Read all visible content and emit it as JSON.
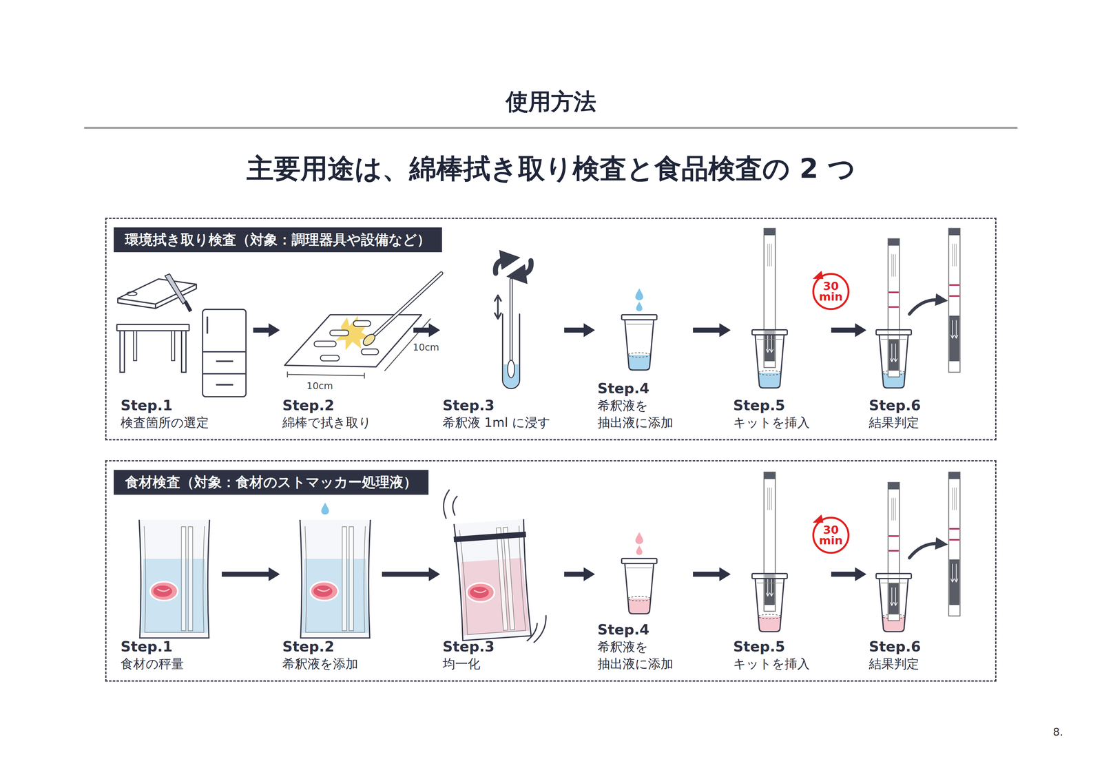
{
  "diagram": {
    "title": "使用方法",
    "nodes": [
      {
        "text": [
          "環境拭き取り検査（対象：調理器具や設備など）"
        ]
      },
      {
        "text": [
          "Step.1",
          "検査箇所の選定"
        ],
        "in": 0
      },
      {
        "text": [
          "Step.2",
          "綿棒で拭き取り"
        ],
        "in": 0
      },
      {
        "text": [
          "Step.3",
          "希釈液 1ml に浸す"
        ],
        "in": 0
      },
      {
        "text": [
          "Step.4",
          "希釈液を 抽出液に添加"
        ],
        "in": 0
      },
      {
        "text": [
          "Step.5",
          "キットを挿入"
        ],
        "in": 0
      },
      {
        "text": [
          "Step.6",
          "結果判定"
        ],
        "in": 0
      },
      {
        "text": [
          "食材検査（対象：食材のストマッカー処理液）"
        ]
      },
      {
        "text": [
          "Step.1",
          "食材の秤量"
        ],
        "in": 7
      },
      {
        "text": [
          "Step.2",
          "希釈液を添加"
        ],
        "in": 7
      },
      {
        "text": [
          "Step.3",
          "均一化"
        ],
        "in": 7
      },
      {
        "text": [
          "Step.4",
          "希釈液を 抽出液に添加"
        ],
        "in": 7
      },
      {
        "text": [
          "Step.5",
          "キットを挿入"
        ],
        "in": 7
      },
      {
        "text": [
          "Step.6",
          "結果判定"
        ],
        "in": 7
      }
    ],
    "edges": [
      {
        "from": 1,
        "to": 2,
        "arrow": "to"
      },
      {
        "from": 2,
        "to": 3,
        "arrow": "to"
      },
      {
        "from": 3,
        "to": 4,
        "arrow": "to"
      },
      {
        "from": 4,
        "to": 5,
        "arrow": "to"
      },
      {
        "from": 5,
        "to": 6,
        "arrow": "to"
      },
      {
        "from": 8,
        "to": 9,
        "arrow": "to"
      },
      {
        "from": 9,
        "to": 10,
        "arrow": "to"
      },
      {
        "from": 10,
        "to": 11,
        "arrow": "to"
      },
      {
        "from": 11,
        "to": 12,
        "arrow": "to"
      },
      {
        "from": 12,
        "to": 13,
        "arrow": "to"
      }
    ],
    "labels": [
      "主要用途は、綿棒拭き取り検査と食品検査の 2 つ",
      "10cm",
      "10cm",
      "30 min",
      "30 min",
      "8."
    ]
  }
}
